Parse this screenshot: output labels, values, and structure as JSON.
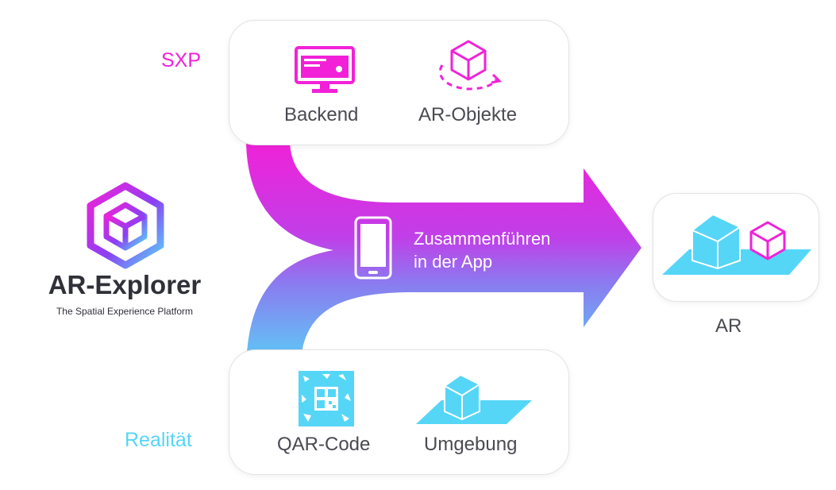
{
  "colors": {
    "magenta": "#f221d8",
    "cyan": "#56d6f7",
    "purple": "#8b3ff4",
    "text": "#4a4a52"
  },
  "brand": {
    "name": "AR-Explorer",
    "tagline": "The Spatial Experience Platform",
    "icon": "hexagon-cube-logo"
  },
  "sources": {
    "sxp": {
      "label": "SXP",
      "items": [
        {
          "label": "Backend",
          "icon": "monitor-settings-icon"
        },
        {
          "label": "AR-Objekte",
          "icon": "rotating-cube-icon"
        }
      ]
    },
    "reality": {
      "label": "Realität",
      "items": [
        {
          "label": "QAR-Code",
          "icon": "qr-code-icon"
        },
        {
          "label": "Umgebung",
          "icon": "house-on-plane-icon"
        }
      ]
    }
  },
  "merge": {
    "line1": "Zusammenführen",
    "line2": "in der App",
    "icon": "smartphone-icon"
  },
  "result": {
    "label": "AR",
    "icon": "ar-scene-icon"
  }
}
